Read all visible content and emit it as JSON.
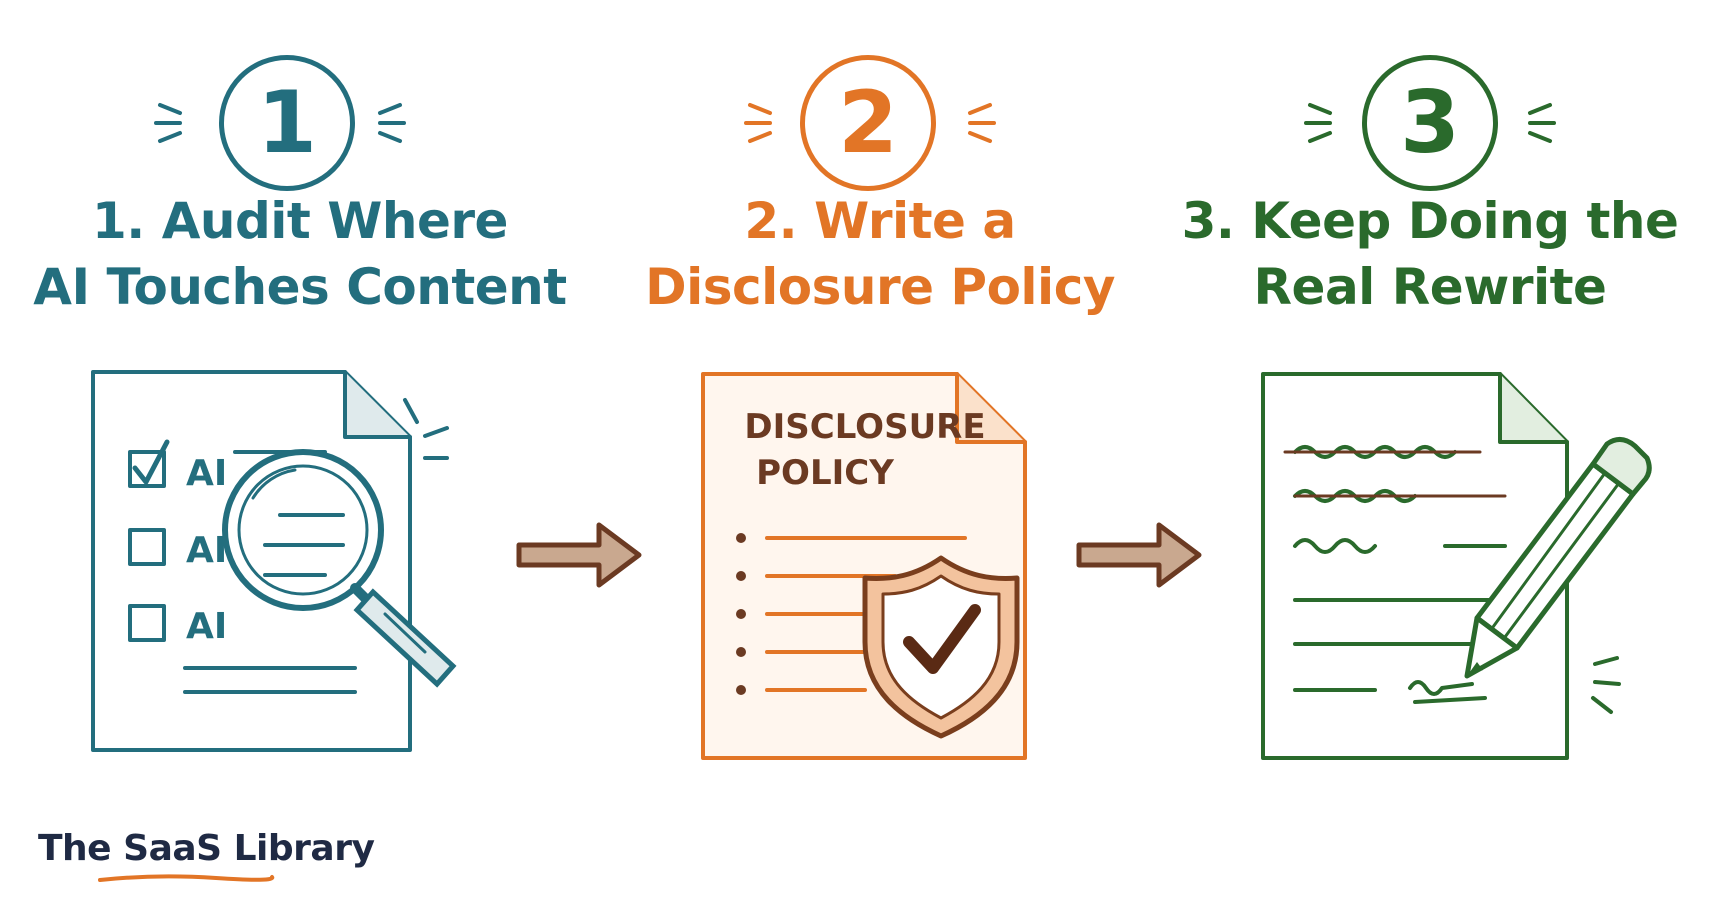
{
  "steps": [
    {
      "number": "1",
      "title_line1": "1. Audit Where",
      "title_line2": "AI Touches Content",
      "color": "#236e7e",
      "checklist_label": "AI"
    },
    {
      "number": "2",
      "title_line1": "2. Write a",
      "title_line2": "Disclosure Policy",
      "color": "#e27526",
      "doc_heading_line1": "DISCLOSURE",
      "doc_heading_line2": "POLICY"
    },
    {
      "number": "3",
      "title_line1": "3. Keep Doing the",
      "title_line2": "Real Rewrite",
      "color": "#2a6a2c"
    }
  ],
  "arrow_color": "#6b3a22",
  "brand": {
    "name": "The SaaS Library",
    "underline_color": "#e27526"
  },
  "icons": [
    "number-1-icon",
    "number-2-icon",
    "number-3-icon",
    "checklist-document-icon",
    "magnifier-icon",
    "policy-document-icon",
    "shield-check-icon",
    "rewrite-document-icon",
    "pencil-icon",
    "arrow-right-icon"
  ]
}
